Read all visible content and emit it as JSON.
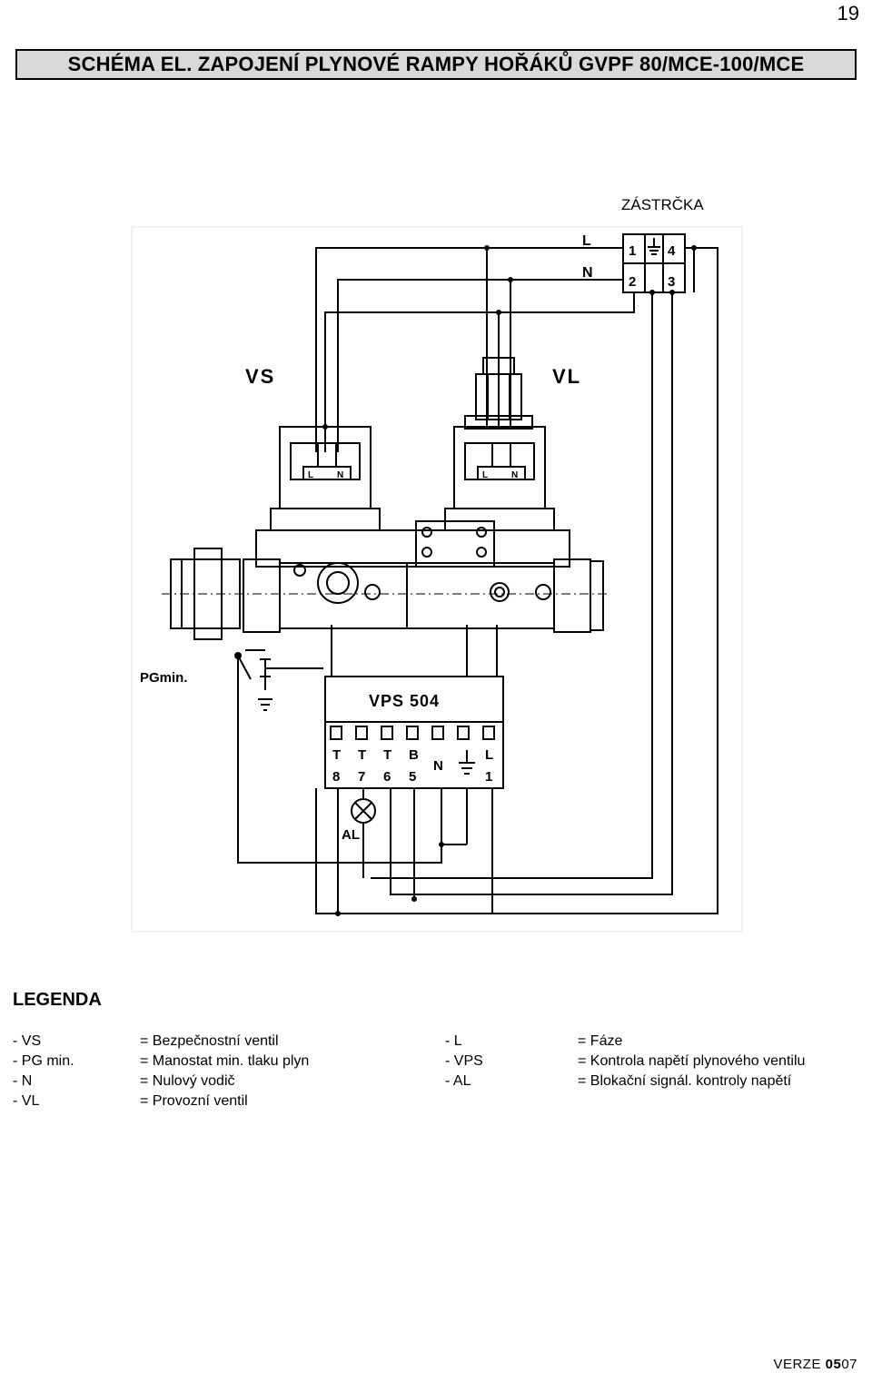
{
  "page_number": "19",
  "title": "SCHÉMA EL. ZAPOJENÍ PLYNOVÉ RAMPY HOŘÁKŮ GVPF 80/MCE-100/MCE",
  "diagram": {
    "plug_label": "ZÁSTRČKA",
    "line_labels": {
      "L": "L",
      "N": "N"
    },
    "plug_pins": [
      "1",
      "4",
      "2",
      "3"
    ],
    "valve_labels": {
      "vs": "VS",
      "vl": "VL"
    },
    "coil_terminals": [
      "L",
      "N"
    ],
    "pgmin_label": "PGmin.",
    "vps_label": "VPS 504",
    "vps_terminals_top": [
      "T",
      "T",
      "T",
      "B",
      "N",
      "",
      "L"
    ],
    "vps_terminals_bottom": [
      "8",
      "7",
      "6",
      "5",
      "",
      "",
      "1"
    ],
    "al_label": "AL"
  },
  "legend": {
    "title": "LEGENDA",
    "rows": [
      {
        "k1": "- VS",
        "v1": "= Bezpečnostní ventil",
        "k2": "- L",
        "v2": "= Fáze"
      },
      {
        "k1": "- PG min.",
        "v1": "= Manostat min. tlaku plyn",
        "k2": "- VPS",
        "v2": "= Kontrola napětí plynového ventilu"
      },
      {
        "k1": "- N",
        "v1": "= Nulový vodič",
        "k2": "- AL",
        "v2": "= Blokační signál. kontroly napětí"
      },
      {
        "k1": "- VL",
        "v1": "= Provozní ventil",
        "k2": "",
        "v2": ""
      }
    ]
  },
  "version": {
    "prefix": "VERZE ",
    "bold": "05",
    "suffix": "07"
  }
}
